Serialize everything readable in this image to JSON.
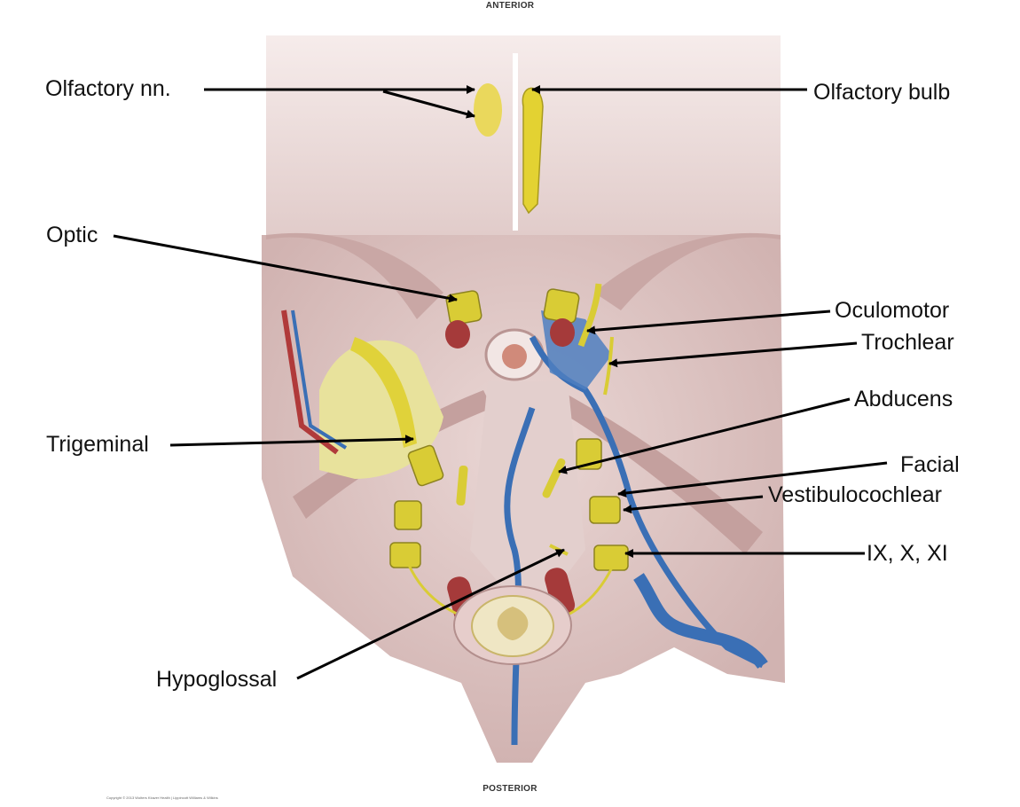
{
  "orientation": {
    "top": "ANTERIOR",
    "bottom": "POSTERIOR"
  },
  "labels": {
    "olfactory_nn": "Olfactory nn.",
    "olfactory_bulb": "Olfactory bulb",
    "optic": "Optic",
    "oculomotor": "Oculomotor",
    "trochlear": "Trochlear",
    "trigeminal": "Trigeminal",
    "abducens": "Abducens",
    "facial": "Facial",
    "vestibulocochlear": "Vestibulocochlear",
    "glossopharyngeal_vagus_accessory": "IX, X, XI",
    "hypoglossal": "Hypoglossal"
  },
  "copyright": "Copyright © 2013 Wolters Kluwer Health | Lippincott Williams & Wilkins",
  "colors": {
    "dura": "#dcc3c1",
    "dura_dark": "#b99593",
    "nerve": "#e8dc3c",
    "artery": "#b03a3a",
    "vein": "#3a6fb5",
    "arrow": "#000000"
  }
}
